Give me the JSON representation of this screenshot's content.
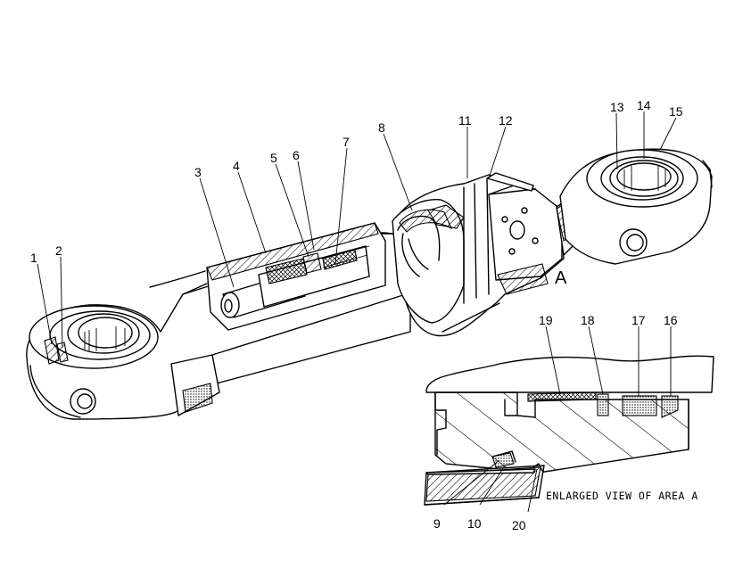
{
  "callouts": {
    "c1": "1",
    "c2": "2",
    "c3": "3",
    "c4": "4",
    "c5": "5",
    "c6": "6",
    "c7": "7",
    "c8": "8",
    "c9": "9",
    "c10": "10",
    "c11": "11",
    "c12": "12",
    "c13": "13",
    "c14": "14",
    "c15": "15",
    "c16": "16",
    "c17": "17",
    "c18": "18",
    "c19": "19",
    "c20": "20"
  },
  "area_marker": "A",
  "detail_caption": "ENLARGED VIEW OF AREA A"
}
